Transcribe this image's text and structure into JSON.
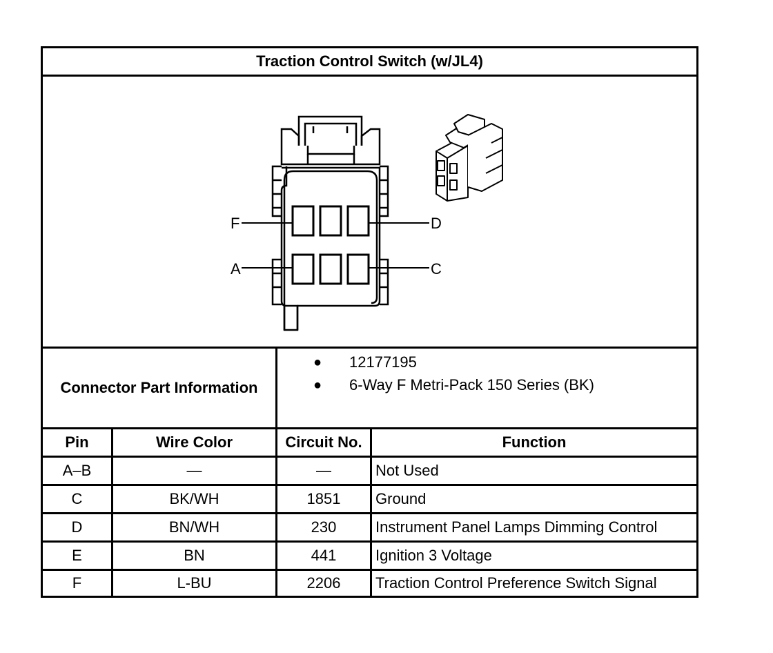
{
  "title": "Traction Control Switch (w/JL4)",
  "diagram": {
    "pin_labels": {
      "f": "F",
      "d": "D",
      "a": "A",
      "c": "C"
    }
  },
  "connector_info": {
    "label": "Connector Part Information",
    "items": [
      "12177195",
      "6-Way F Metri-Pack 150 Series (BK)"
    ]
  },
  "table": {
    "headers": {
      "pin": "Pin",
      "wire_color": "Wire Color",
      "circuit": "Circuit No.",
      "function": "Function"
    },
    "rows": [
      {
        "pin": "A–B",
        "wire_color": "—",
        "circuit": "—",
        "function": "Not Used"
      },
      {
        "pin": "C",
        "wire_color": "BK/WH",
        "circuit": "1851",
        "function": "Ground"
      },
      {
        "pin": "D",
        "wire_color": "BN/WH",
        "circuit": "230",
        "function": "Instrument Panel Lamps Dimming Control"
      },
      {
        "pin": "E",
        "wire_color": "BN",
        "circuit": "441",
        "function": "Ignition 3 Voltage"
      },
      {
        "pin": "F",
        "wire_color": "L-BU",
        "circuit": "2206",
        "function": "Traction Control Preference Switch Signal"
      }
    ]
  }
}
